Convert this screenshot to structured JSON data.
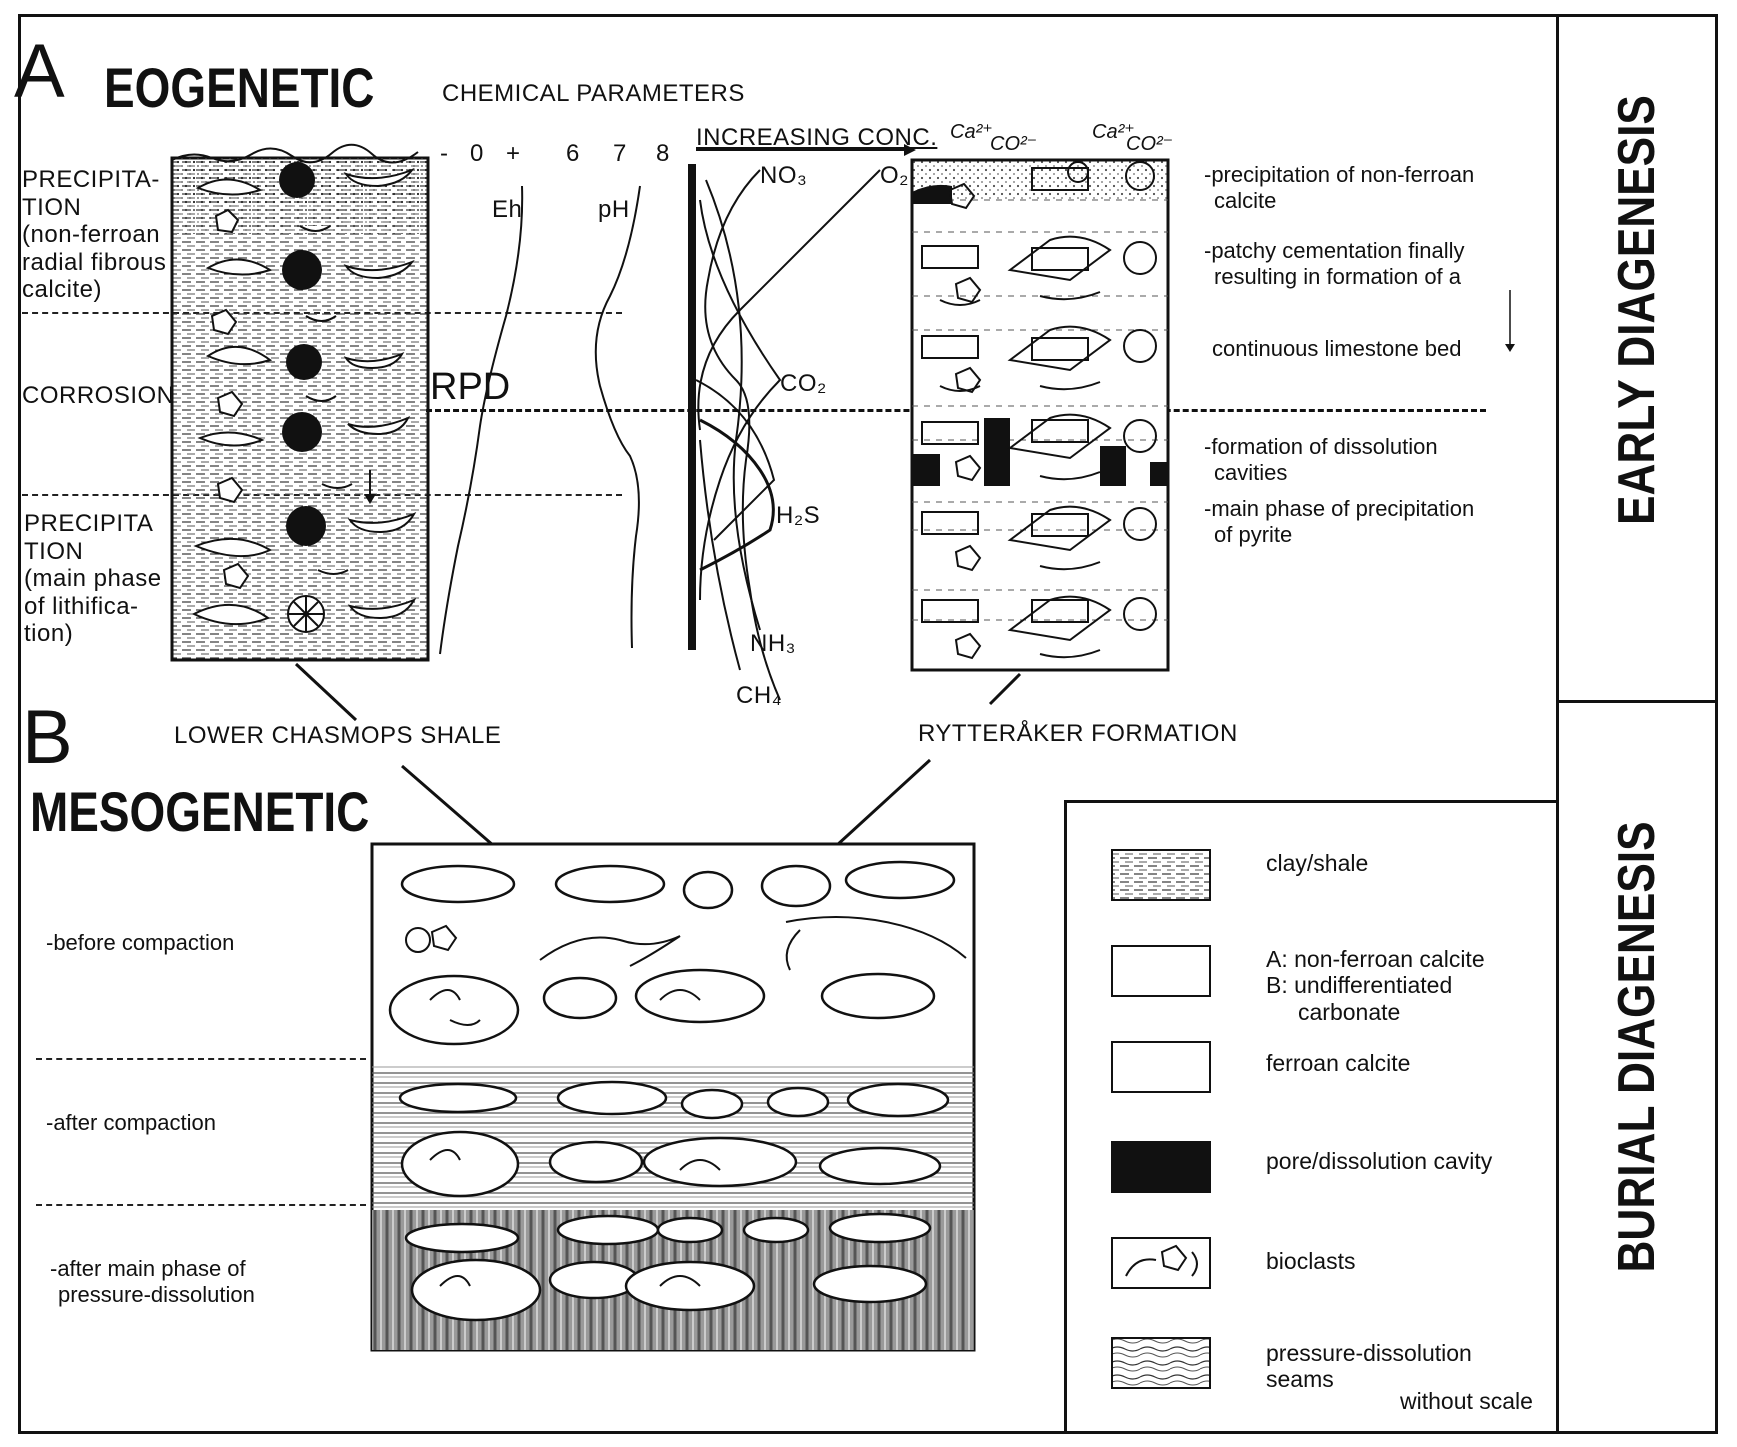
{
  "panel_a": {
    "letter": "A",
    "title": "EOGENETIC",
    "chem_title": "CHEMICAL PARAMETERS",
    "eh_scale": [
      "-",
      "0",
      "+"
    ],
    "ph_scale": [
      "6",
      "7",
      "8"
    ],
    "increasing": "INCREASING CONC.",
    "eh_label": "Eh",
    "ph_label": "pH",
    "rpd_label": "RPD",
    "species": {
      "no3": "NO₃",
      "o2": "O₂",
      "co2": "CO₂",
      "h2s": "H₂S",
      "nh3": "NH₃",
      "ch4": "CH₄"
    },
    "left_labels": {
      "precip_top": [
        "PRECIPITA-",
        "TION",
        "(non-ferroan",
        "radial fibrous",
        "calcite)"
      ],
      "corrosion": "CORROSION",
      "precip_bottom": [
        "PRECIPITA",
        "TION",
        "(main phase",
        "of lithifica-",
        "tion)"
      ]
    },
    "right_labels": {
      "r1": [
        "-precipitation of non-ferroan",
        "calcite"
      ],
      "r2": [
        "-patchy cementation finally",
        "resulting in formation of a"
      ],
      "r3": "continuous limestone bed",
      "r4": [
        "-formation of dissolution",
        "cavities"
      ],
      "r5": [
        "-main phase of precipitation",
        "of pyrite"
      ]
    },
    "ion_labels": [
      "Ca²⁺",
      "CO²⁻",
      "Ca²⁺",
      "CO²⁻"
    ],
    "column_labels": {
      "left": "LOWER CHASMOPS SHALE",
      "right": "RYTTERÅKER FORMATION"
    }
  },
  "panel_b": {
    "letter": "B",
    "title": "MESOGENETIC",
    "stages": [
      "-before compaction",
      "-after compaction",
      "-after main phase of",
      "pressure-dissolution"
    ]
  },
  "side": {
    "early": "EARLY DIAGENESIS",
    "burial": "BURIAL DIAGENESIS"
  },
  "legend": {
    "items": [
      {
        "label": [
          "clay/shale"
        ]
      },
      {
        "label": [
          "A: non-ferroan calcite",
          "B: undifferentiated",
          "carbonate"
        ]
      },
      {
        "label": [
          "ferroan calcite"
        ]
      },
      {
        "label": [
          "pore/dissolution cavity"
        ]
      },
      {
        "label": [
          "bioclasts"
        ]
      },
      {
        "label": [
          "pressure-dissolution",
          "seams"
        ]
      }
    ],
    "note": "without scale"
  },
  "colors": {
    "ink": "#111111",
    "paper": "#ffffff",
    "grey": "#8a8a8a"
  }
}
